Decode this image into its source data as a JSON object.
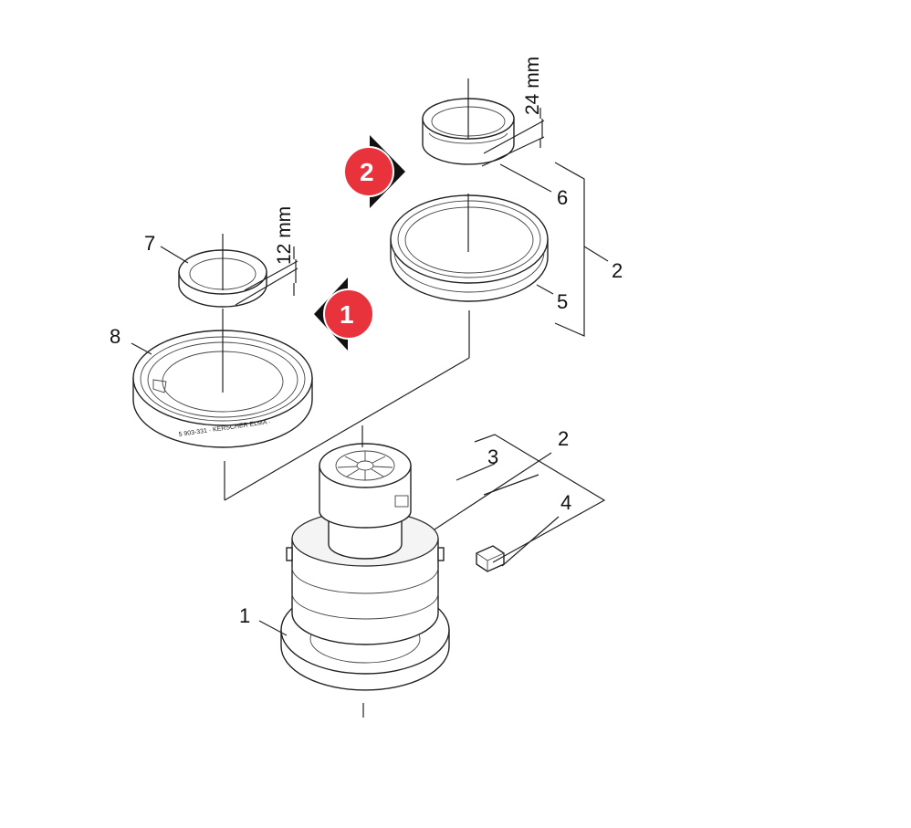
{
  "callouts": {
    "c1": "1",
    "c2a": "2",
    "c2b": "2",
    "c3": "3",
    "c4": "4",
    "c5": "5",
    "c6": "6",
    "c7": "7",
    "c8": "8"
  },
  "dimensions": {
    "small_ring_height": "12 mm",
    "large_ring_height": "24 mm"
  },
  "steps": {
    "step1": "1",
    "step2": "2"
  },
  "colors": {
    "badge_red": "#e8323c",
    "arrow_black": "#111111"
  }
}
